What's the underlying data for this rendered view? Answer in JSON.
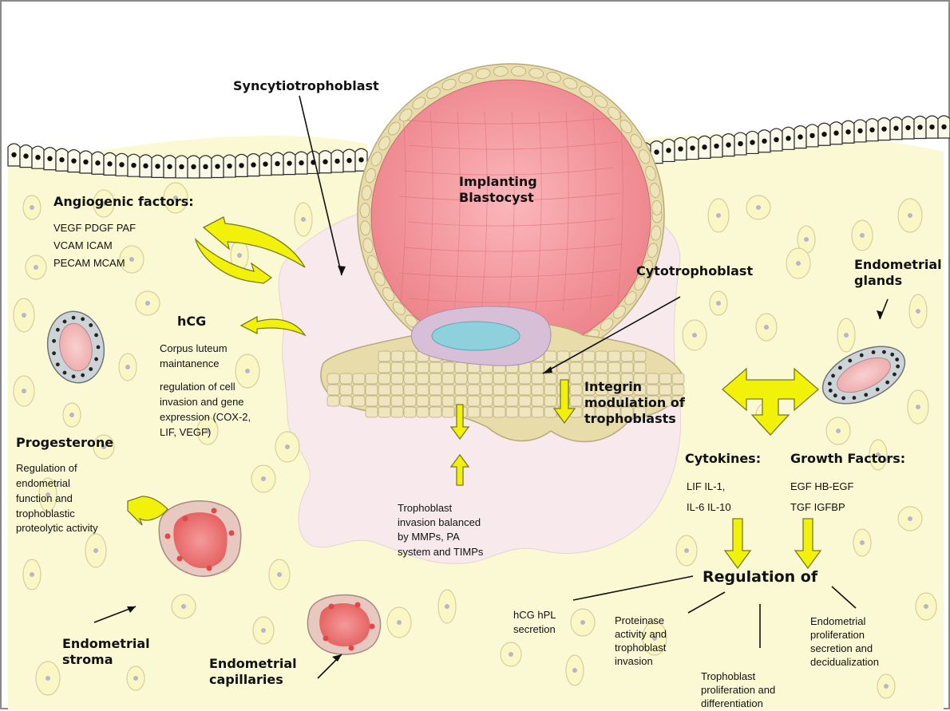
{
  "labels": {
    "syncytiotrophoblast": "Syncytiotrophoblast",
    "implanting_blastocyst": "Implanting\nBlastocyst",
    "angiogenic_title": "Angiogenic factors:",
    "angiogenic_list": "VEGF  PDGF  PAF\nVCAM  ICAM\n PECAM  MCAM",
    "hcg_title": "hCG",
    "hcg_desc1": "Corpus luteum\nmaintanence",
    "hcg_desc2": "regulation of cell\ninvasion and gene\nexpression (COX-2,\nLIF, VEGF)",
    "progesterone_title": "Progesterone",
    "progesterone_desc": "Regulation  of\nendometrial\nfunction and\ntrophoblastic\nproteolytic activity",
    "cytotrophoblast": "Cytotrophoblast",
    "endometrial_glands": "Endometrial\nglands",
    "integrin": "Integrin\nmodulation of\ntrophoblasts",
    "trophoblast_invasion": "Trophoblast\ninvasion balanced\nby MMPs, PA\nsystem and TIMPs",
    "cytokines_title": "Cytokines:",
    "cytokines_list": "LIF   IL-1,\nIL-6  IL-10",
    "growth_title": "Growth Factors:",
    "growth_list": "EGF   HB-EGF\nTGF   IGFBP",
    "regulation_title": "Regulation of",
    "reg_hcg": "hCG   hPL\nsecretion",
    "reg_proteinase": "Proteinase\nactivity and\ntrophoblast\ninvasion",
    "reg_trophoblast": "Trophoblast\nproliferation and\ndifferentiation",
    "reg_endometrial": "Endometrial\nproliferation\nsecretion and\ndecidualization",
    "endometrial_stroma": "Endometrial\nstroma",
    "endometrial_capillaries": "Endometrial\ncapillaries"
  },
  "colors": {
    "background": "#fbf9d4",
    "decidua": "#f7e9ec",
    "blastocyst_cavity": "#ee8a90",
    "trophoblast_cell": "#e7dcaa",
    "arrow_yellow": "#f1f10a",
    "inner_cell_mass_fluid": "#8ed0dc",
    "gland_cell": "#cdd4d8",
    "capillary": "#e57a7a"
  }
}
